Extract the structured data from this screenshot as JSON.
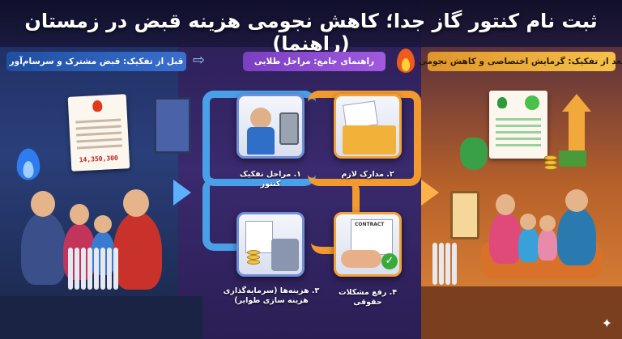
{
  "header": {
    "title": "ثبت نام کنتور گاز جدا؛ کاهش نجومی هزینه قبض در زمستان (راهنما)"
  },
  "banners": {
    "before": "قبل از تفکیک: قبض مشترک و سرسام‌آور",
    "guide": "راهنمای جامع: مراحل طلایی",
    "after": "بعد از تفکیک: گرمایش اختصاصی و کاهش نجومی"
  },
  "bill": {
    "amount": "14,350,300"
  },
  "contract": {
    "label": "CONTRACT"
  },
  "steps": [
    {
      "label": "۱. مراحل تفکیک کنتور"
    },
    {
      "label": "۲. مدارک لازم"
    },
    {
      "label": "۳. هزینه‌ها (سرمایه‌گذاری\nهزینه سازی طوایر)"
    },
    {
      "label": "۴. رفع مشکلات حقوقی"
    }
  ],
  "icons": {
    "flame": "flame-icon",
    "arrow": "arrow-icon",
    "sparkle": "sparkle-icon"
  },
  "colors": {
    "cold": "#2a3f7a",
    "guide": "#3a2a6e",
    "warm": "#e08a3a",
    "pipe_blue": "#4aa0e8",
    "pipe_orange": "#f29a2e"
  }
}
